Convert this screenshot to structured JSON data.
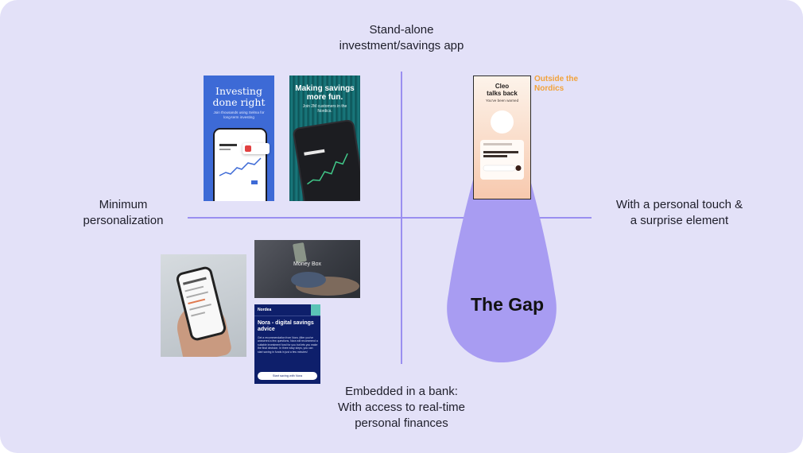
{
  "axes": {
    "top": [
      "Stand-alone",
      "investment/savings app"
    ],
    "left": [
      "Minimum",
      "personalization"
    ],
    "right": [
      "With a personal touch &",
      "a surprise element"
    ],
    "bottom": [
      "Embedded in a bank:",
      "With access to real-time",
      "personal finances"
    ]
  },
  "gap": {
    "label": "The Gap",
    "color": "#a89cf2"
  },
  "outside_note": [
    "Outside the",
    "Nordics"
  ],
  "screenshots": {
    "investing": {
      "title": [
        "Investing",
        "done right"
      ],
      "subtitle": "Join thousands using Selma for long-term investing"
    },
    "savings": {
      "title": [
        "Making savings",
        "more fun."
      ],
      "subtitle": "Join 2M customers in the Nordics."
    },
    "cleo": {
      "title": [
        "Cleo",
        "talks back"
      ],
      "subtitle": "You've been warned"
    },
    "moneybox": {
      "title": "Money Box"
    },
    "nordea": {
      "brand": "Nordea",
      "title": [
        "Nora - digital savings",
        "advice"
      ],
      "body": "Get a recommendation from Nora. After you've answered a few questions, Nora will recommend a suitable investment fund for you but lets you make the final decision. In three easy steps, you can start saving in funds in just a few minutes!",
      "button": "Start saving with Nora"
    }
  },
  "colors": {
    "background": "#e3e1f8",
    "axis": "#9a8ff0",
    "note": "#f2a23a"
  }
}
